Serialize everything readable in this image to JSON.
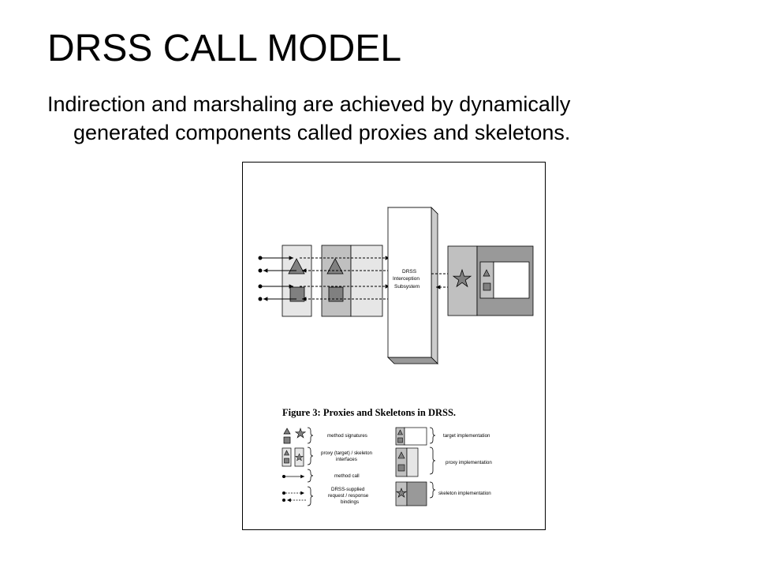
{
  "slide": {
    "title": "DRSS CALL MODEL",
    "subtitle_line1": "Indirection and marshaling are achieved by dynamically",
    "subtitle_line2": "generated components called proxies and skeletons."
  },
  "figure": {
    "subsystem_label_1": "DRSS",
    "subsystem_label_2": "Interception",
    "subsystem_label_3": "Subsystem",
    "caption": "Figure 3: Proxies and Skeletons in DRSS.",
    "legend": {
      "method_signatures": "method signatures",
      "interfaces_1": "proxy (target) / skeleton",
      "interfaces_2": "interfaces",
      "method_call": "method call",
      "bindings_1": "DRSS-supplied",
      "bindings_2": "request / response",
      "bindings_3": "bindings",
      "target_impl": "target implementation",
      "proxy_impl": "proxy implementation",
      "skeleton_impl": "skeleton implementation"
    },
    "colors": {
      "light_gray": "#e6e6e6",
      "mid_gray": "#c0c0c0",
      "dark_gray": "#999999",
      "shape_gray": "#808080"
    }
  }
}
